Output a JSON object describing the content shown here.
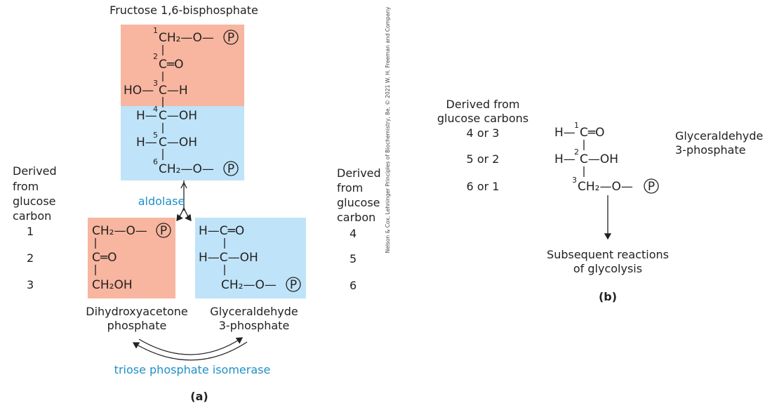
{
  "panel_a": {
    "title": "Fructose 1,6-bisphosphate",
    "fructose": {
      "c1": {
        "num": "1",
        "text": "CH₂—O—"
      },
      "c2": {
        "num": "2",
        "text": "C═O"
      },
      "c3": {
        "left": "HO—",
        "num": "3",
        "text": "C—H"
      },
      "c4": {
        "left": "H—",
        "num": "4",
        "text": "C—OH"
      },
      "c5": {
        "left": "H—",
        "num": "5",
        "text": "C—OH"
      },
      "c6": {
        "num": "6",
        "text": "CH₂—O—"
      }
    },
    "phosphate_symbol": "P",
    "enzyme_aldolase": "aldolase",
    "left_header": [
      "Derived",
      "from",
      "glucose",
      "carbon"
    ],
    "left_numbers": [
      "1",
      "2",
      "3"
    ],
    "right_header": [
      "Derived",
      "from",
      "glucose",
      "carbon"
    ],
    "right_numbers": [
      "4",
      "5",
      "6"
    ],
    "dhap": {
      "lines": [
        "CH₂—O—",
        "C═O",
        "CH₂OH"
      ],
      "name": [
        "Dihydroxyacetone",
        "phosphate"
      ]
    },
    "g3p": {
      "lines": [
        "H—C═O",
        "H—C—OH",
        "CH₂—O—"
      ],
      "name": [
        "Glyceraldehyde",
        "3-phosphate"
      ]
    },
    "enzyme_isomerase": "triose phosphate isomerase",
    "label": "(a)"
  },
  "copyright": "Nelson & Cox, Lehninger Principles of Biochemistry, 8e, © 2021 W. H. Freeman and Company",
  "panel_b": {
    "header": [
      "Derived from",
      "glucose carbons"
    ],
    "carbon_sources": [
      "4 or 3",
      "5 or 2",
      "6 or 1"
    ],
    "lines": [
      {
        "left": "H—",
        "num": "1",
        "text": "C═O"
      },
      {
        "left": "H—",
        "num": "2",
        "text": "C—OH"
      },
      {
        "num": "3",
        "text": "CH₂—O—"
      }
    ],
    "name": [
      "Glyceraldehyde",
      "3-phosphate"
    ],
    "subsequent": [
      "Subsequent reactions",
      "of glycolysis"
    ],
    "label": "(b)"
  },
  "colors": {
    "salmon": "#f8b59f",
    "light_blue": "#bfe3f8",
    "enzyme_text": "#1f8fc7"
  }
}
